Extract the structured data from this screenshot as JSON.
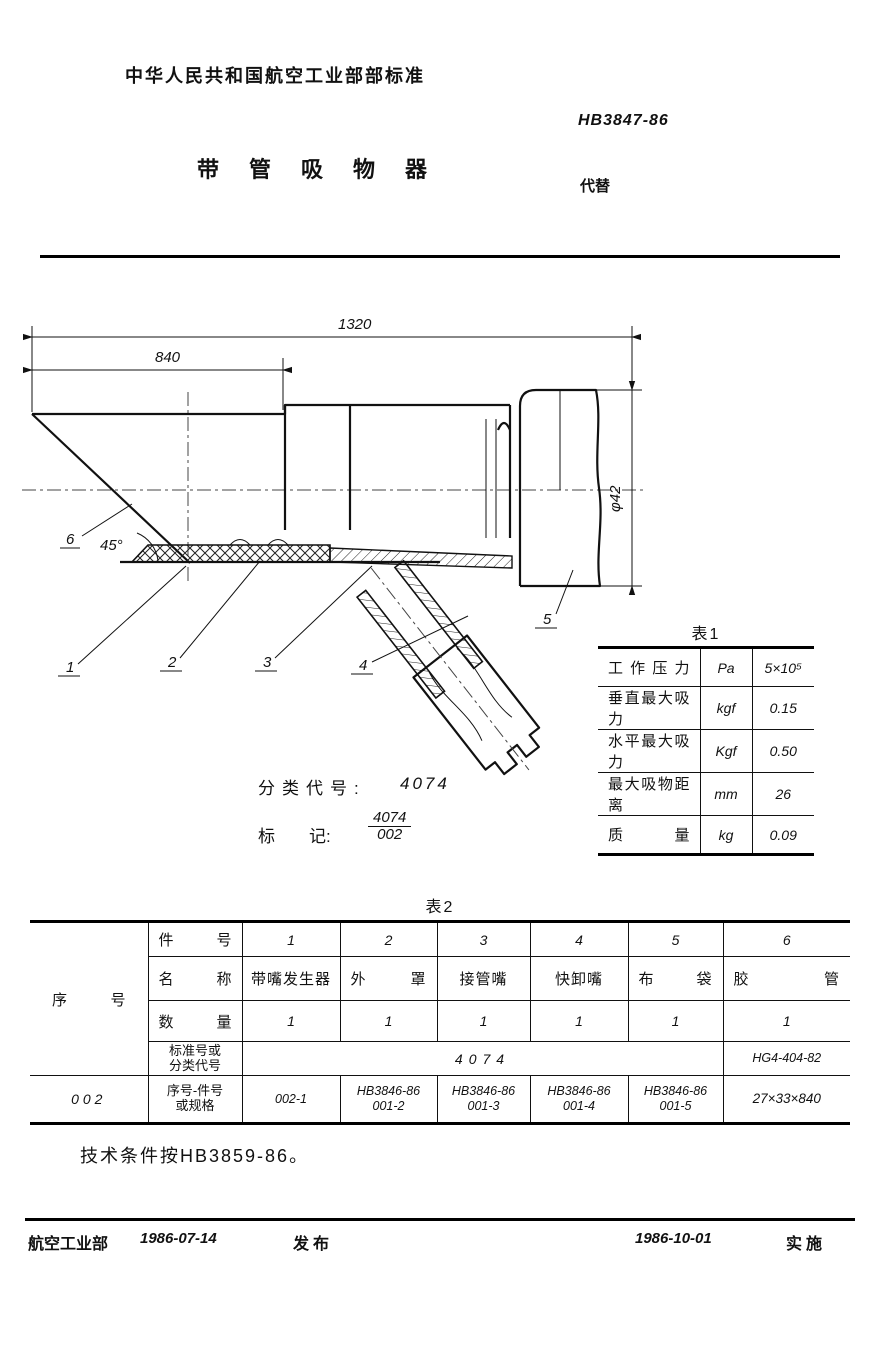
{
  "header": {
    "org_line": "中华人民共和国航空工业部部标准",
    "doc_number": "HB3847-86",
    "title": "带管吸物器",
    "supersede_label": "代替"
  },
  "drawing": {
    "dim_total": "1320",
    "dim_front": "840",
    "dim_dia": "φ42",
    "angle_label": "45°",
    "callouts": [
      "1",
      "2",
      "3",
      "4",
      "5",
      "6"
    ]
  },
  "codes": {
    "class_label": "分类代号:",
    "class_value": "4074",
    "mark_label": "标　　记:",
    "mark_num": "4074",
    "mark_den": "002"
  },
  "table1": {
    "title": "表1",
    "rows": [
      {
        "name": "工作压力",
        "unit": "Pa",
        "value": "5×10⁵"
      },
      {
        "name": "垂直最大吸力",
        "unit": "kgf",
        "value": "0.15"
      },
      {
        "name": "水平最大吸力",
        "unit": "Kgf",
        "value": "0.50"
      },
      {
        "name": "最大吸物距离",
        "unit": "mm",
        "value": "26"
      },
      {
        "name": "质量",
        "unit": "kg",
        "value": "0.09"
      }
    ]
  },
  "table2": {
    "title": "表2",
    "corner_label": "序号",
    "serial": "002",
    "labels": {
      "row1": "件号",
      "row2": "名称",
      "row3": "数量",
      "row4a": "标准号或",
      "row4b": "分类代号",
      "row5a": "序号-件号",
      "row5b": "或规格"
    },
    "part_nos": [
      "1",
      "2",
      "3",
      "4",
      "5",
      "6"
    ],
    "names": [
      "带嘴发生器",
      "外罩",
      "接管嘴",
      "快卸嘴",
      "布袋",
      "胶管"
    ],
    "qtys": [
      "1",
      "1",
      "1",
      "1",
      "1",
      "1"
    ],
    "std_merged": "4074",
    "std_last": "HG4-404-82",
    "specs": [
      {
        "l1": "002-1",
        "l2": ""
      },
      {
        "l1": "HB3846-86",
        "l2": "001-2"
      },
      {
        "l1": "HB3846-86",
        "l2": "001-3"
      },
      {
        "l1": "HB3846-86",
        "l2": "001-4"
      },
      {
        "l1": "HB3846-86",
        "l2": "001-5"
      },
      {
        "l1": "27×33×840",
        "l2": ""
      }
    ]
  },
  "note": "技术条件按HB3859-86。",
  "footer": {
    "org": "航空工业部",
    "release_date": "1986-07-14",
    "release_label": "发布",
    "impl_date": "1986-10-01",
    "impl_label": "实施"
  }
}
